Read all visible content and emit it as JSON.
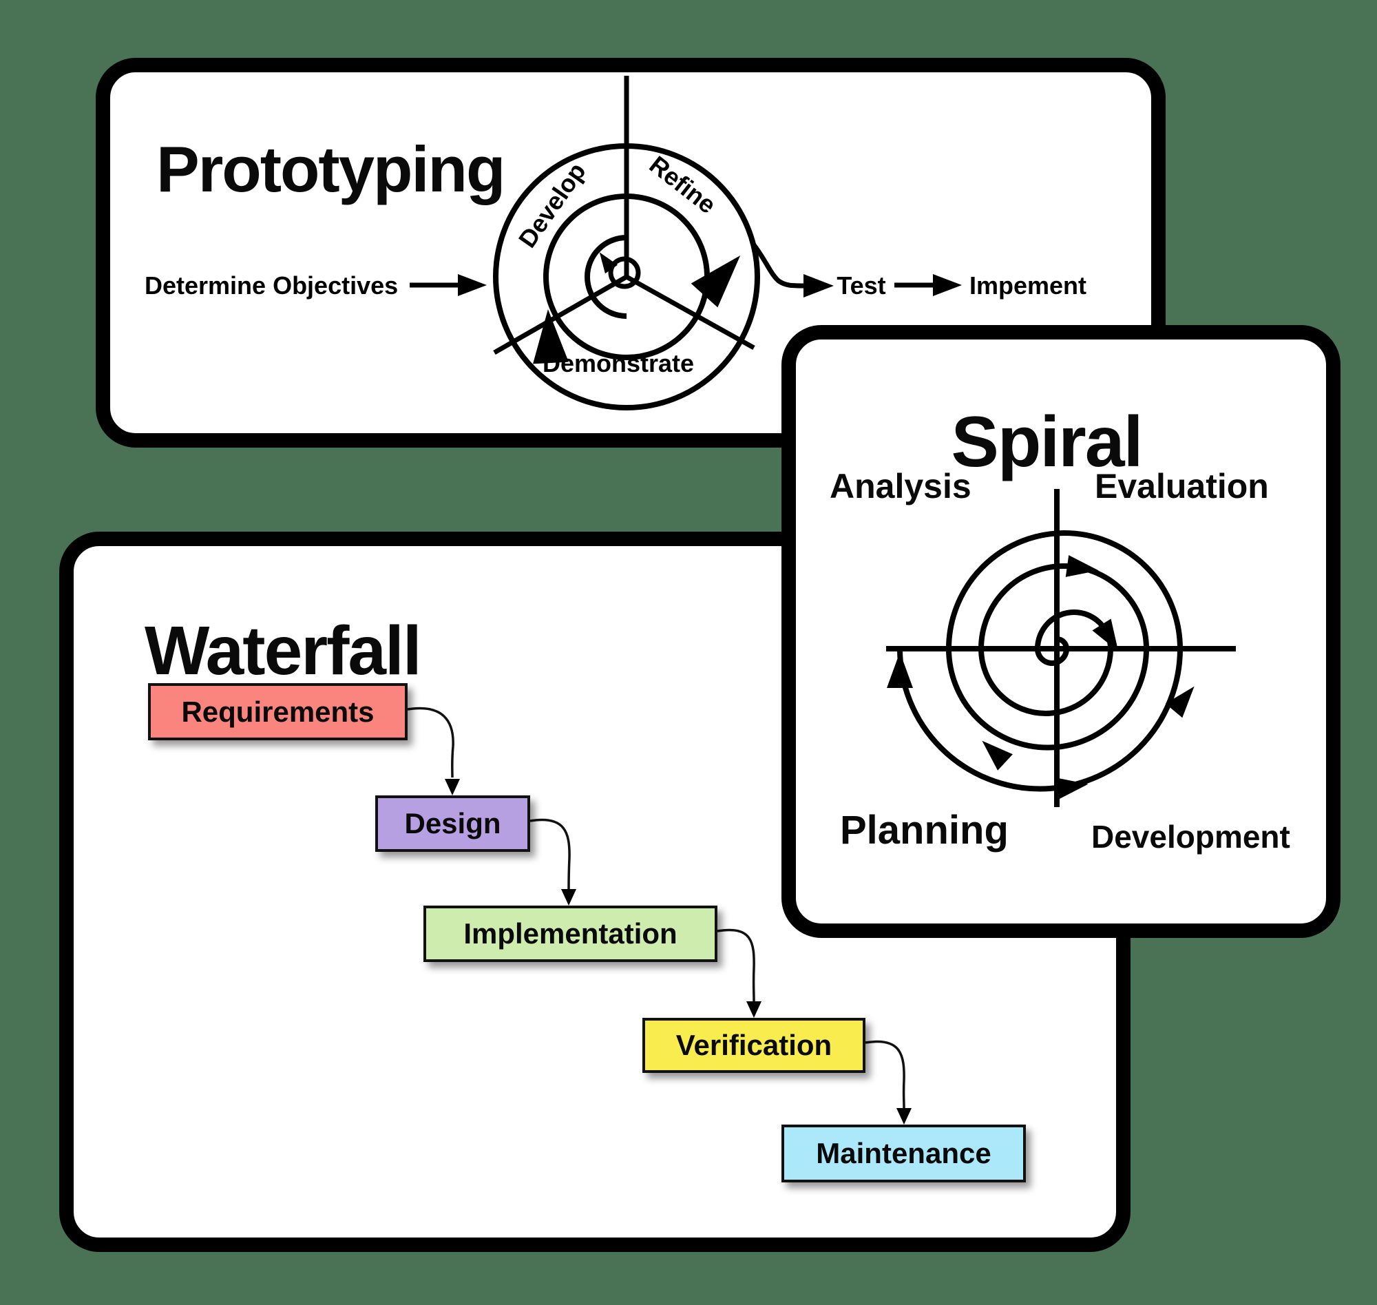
{
  "colors": {
    "background": "#4a7355",
    "panel_background": "#ffffff",
    "line": "#000000",
    "stage_requirements": "#f9857e",
    "stage_design": "#b7a0e2",
    "stage_implementation": "#cdecae",
    "stage_verification": "#f8ec4f",
    "stage_maintenance": "#aae8fa"
  },
  "prototyping": {
    "title": "Prototyping",
    "flow": {
      "start": "Determine Objectives",
      "test": "Test",
      "implement": "Impement"
    },
    "spiral_labels": {
      "develop": "Develop",
      "refine": "Refine",
      "demonstrate": "Demonstrate"
    }
  },
  "spiral": {
    "title": "Spiral",
    "quadrants": {
      "top_left": "Analysis",
      "top_right": "Evaluation",
      "bottom_left": "Planning",
      "bottom_right": "Development"
    }
  },
  "waterfall": {
    "title": "Waterfall",
    "stages": [
      {
        "label": "Requirements",
        "color": "#f9857e"
      },
      {
        "label": "Design",
        "color": "#b7a0e2"
      },
      {
        "label": "Implementation",
        "color": "#cdecae"
      },
      {
        "label": "Verification",
        "color": "#f8ec4f"
      },
      {
        "label": "Maintenance",
        "color": "#aae8fa"
      }
    ]
  }
}
